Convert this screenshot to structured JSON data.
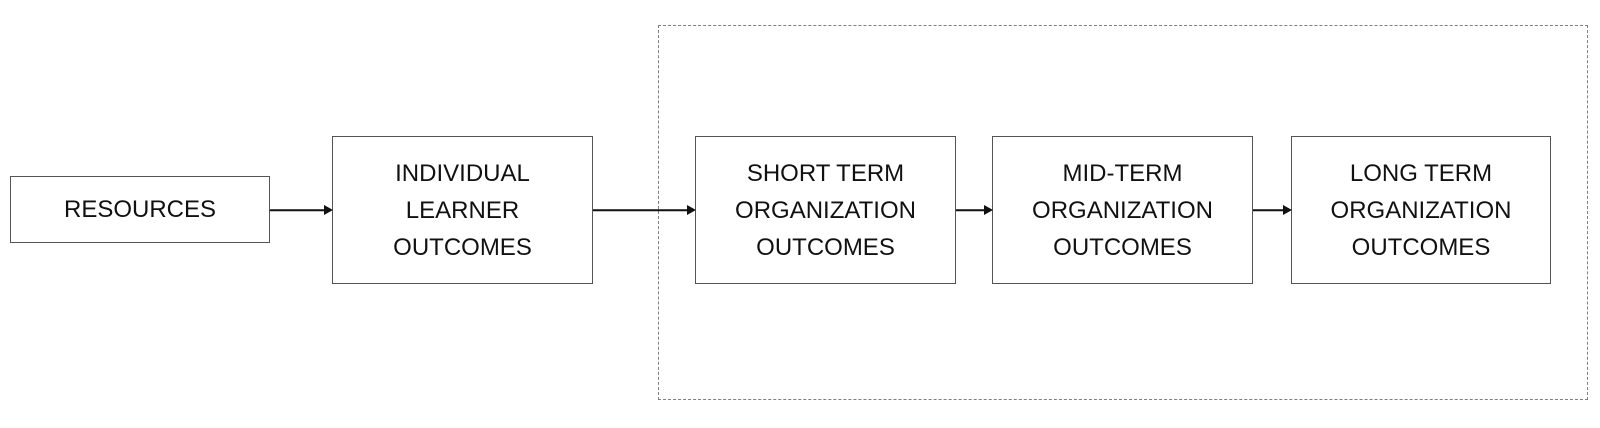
{
  "diagram": {
    "type": "flowchart",
    "nodes": [
      {
        "id": "resources",
        "label": "RESOURCES"
      },
      {
        "id": "individual-learner-outcomes",
        "label": "INDIVIDUAL\nLEARNER\nOUTCOMES"
      },
      {
        "id": "short-term-organization-outcomes",
        "label": "SHORT TERM\nORGANIZATION\nOUTCOMES"
      },
      {
        "id": "mid-term-organization-outcomes",
        "label": "MID-TERM\nORGANIZATION\nOUTCOMES"
      },
      {
        "id": "long-term-organization-outcomes",
        "label": "LONG TERM\nORGANIZATION\nOUTCOMES"
      }
    ],
    "edges": [
      {
        "from": "resources",
        "to": "individual-learner-outcomes"
      },
      {
        "from": "individual-learner-outcomes",
        "to": "short-term-organization-outcomes"
      },
      {
        "from": "short-term-organization-outcomes",
        "to": "mid-term-organization-outcomes"
      },
      {
        "from": "mid-term-organization-outcomes",
        "to": "long-term-organization-outcomes"
      }
    ],
    "group": {
      "members": [
        "short-term-organization-outcomes",
        "mid-term-organization-outcomes",
        "long-term-organization-outcomes"
      ],
      "border_style": "dashed"
    },
    "colors": {
      "background": "#ffffff",
      "node_border": "#545454",
      "group_border": "#7f7f7f",
      "text": "#111111",
      "arrow": "#111111"
    }
  }
}
